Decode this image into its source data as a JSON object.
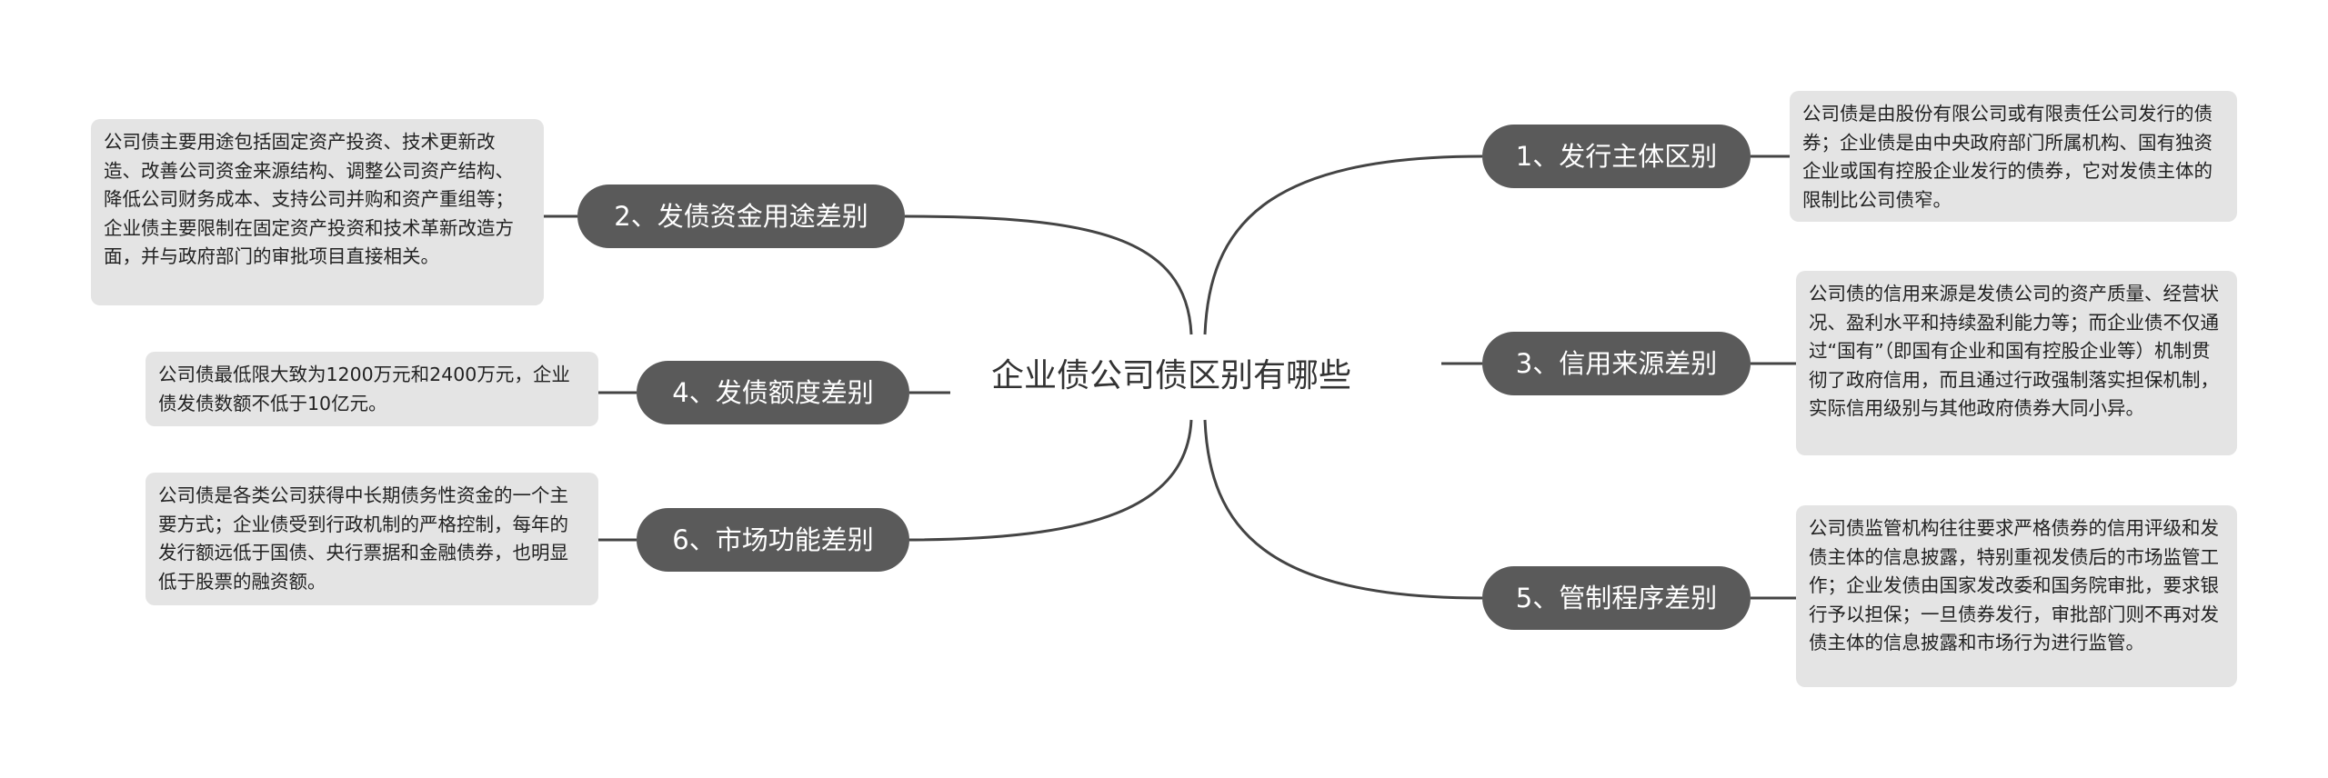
{
  "central_topic": "企业债公司债区别有哪些",
  "branches": [
    {
      "label": "1、发行主体区别",
      "detail": "公司债是由股份有限公司或有限责任公司发行的债券；企业债是由中央政府部门所属机构、国有独资企业或国有控股企业发行的债券，它对发债主体的限制比公司债窄。"
    },
    {
      "label": "2、发债资金用途差别",
      "detail": "公司债主要用途包括固定资产投资、技术更新改造、改善公司资金来源结构、调整公司资产结构、降低公司财务成本、支持公司并购和资产重组等；企业债主要限制在固定资产投资和技术革新改造方面，并与政府部门的审批项目直接相关。"
    },
    {
      "label": "3、信用来源差别",
      "detail": "公司债的信用来源是发债公司的资产质量、经营状况、盈利水平和持续盈利能力等；而企业债不仅通过“国有”（即国有企业和国有控股企业等）机制贯彻了政府信用，而且通过行政强制落实担保机制，实际信用级别与其他政府债券大同小异。"
    },
    {
      "label": "4、发债额度差别",
      "detail": "公司债最低限大致为1200万元和2400万元，企业债发债数额不低于10亿元。"
    },
    {
      "label": "5、管制程序差别",
      "detail": "公司债监管机构往往要求严格债券的信用评级和发债主体的信息披露，特别重视发债后的市场监管工作；企业发债由国家发改委和国务院审批，要求银行予以担保；一旦债券发行，审批部门则不再对发债主体的信息披露和市场行为进行监管。"
    },
    {
      "label": "6、市场功能差别",
      "detail": "公司债是各类公司获得中长期债务性资金的一个主要方式；企业债受到行政机制的严格控制，每年的发行额远低于国债、央行票据和金融债券，也明显低于股票的融资额。"
    }
  ],
  "colors": {
    "branch_fill": "#5a5a5a",
    "branch_text": "#ffffff",
    "note_fill": "#e4e4e4",
    "connector": "#444444"
  }
}
